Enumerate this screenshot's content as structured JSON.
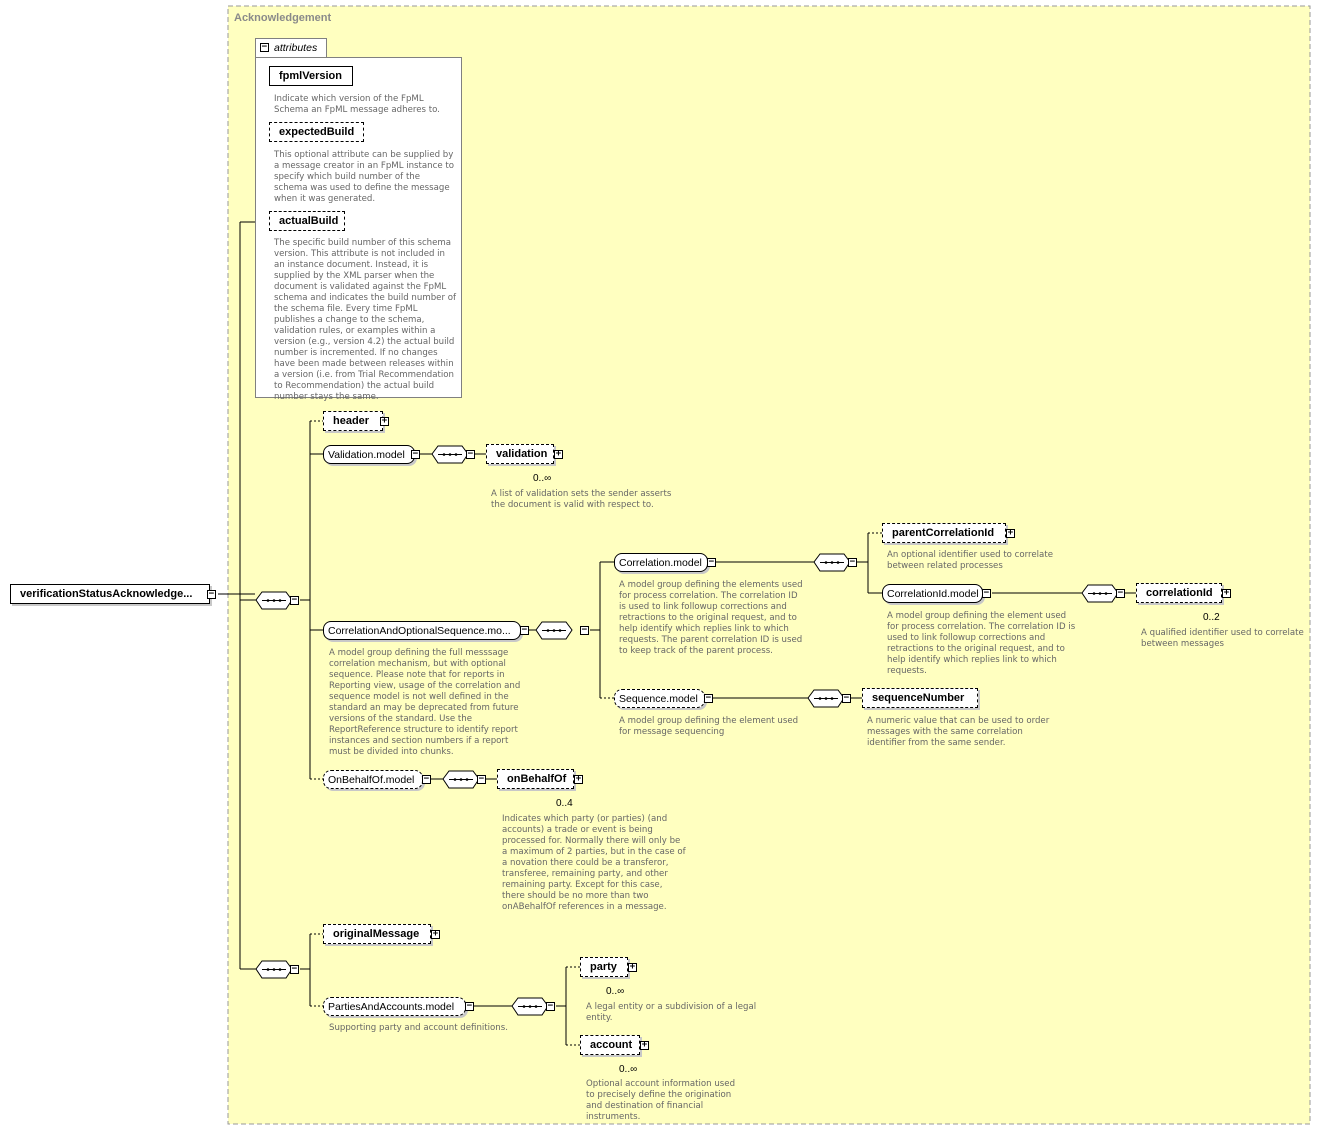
{
  "root": {
    "label": "verificationStatusAcknowledge..."
  },
  "type_box": {
    "title": "Acknowledgement"
  },
  "attributes": {
    "title": "attributes",
    "items": [
      {
        "name": "fpmlVersion",
        "desc": "Indicate which version of the FpML Schema an FpML message adheres to."
      },
      {
        "name": "expectedBuild",
        "desc": "This optional attribute can be supplied by a message creator in an FpML instance to specify which build number of the schema was used to define the message when it was generated."
      },
      {
        "name": "actualBuild",
        "desc": "The specific build number of this schema version. This attribute is not included in an instance document. Instead, it is supplied by the XML parser when the document is validated against the FpML schema and indicates the build number of the schema file. Every time FpML publishes a change to the schema, validation rules, or examples within a version (e.g., version 4.2) the actual build number is incremented. If no changes have been made between releases within a version (i.e. from Trial Recommendation to Recommendation) the actual build number stays the same."
      }
    ]
  },
  "nodes": {
    "header": {
      "label": "header"
    },
    "validation_model": {
      "label": "Validation.model"
    },
    "validation": {
      "label": "validation",
      "card": "0..∞",
      "desc": "A list of validation sets the sender asserts the document is valid with respect to."
    },
    "corr_opt_seq": {
      "label": "CorrelationAndOptionalSequence.mo...",
      "desc": "A model group defining the full messsage correlation mechanism, but with optional sequence. Please note that for reports in Reporting view, usage of the correlation and sequence model is not well defined in the standard an may be deprecated from future versions of the standard. Use the ReportReference structure to identify report instances and section numbers if a report must be divided into chunks."
    },
    "correlation_model": {
      "label": "Correlation.model",
      "desc": "A model group defining the elements used for process correlation. The correlation ID is used to link followup corrections and retractions to the original request, and to help identify which replies link to which requests. The parent correlation ID is used to keep track of the parent process."
    },
    "parent_correlation_id": {
      "label": "parentCorrelationId",
      "desc": "An optional identifier used to correlate between related processes"
    },
    "correlation_id_model": {
      "label": "CorrelationId.model",
      "desc": "A model group defining the element used for process correlation. The correlation ID is used to link followup corrections and retractions to the original request, and to help identify which replies link to which requests."
    },
    "correlation_id": {
      "label": "correlationId",
      "card": "0..2",
      "desc": "A qualified identifier used to correlate between messages"
    },
    "sequence_model": {
      "label": "Sequence.model",
      "desc": "A model group defining the element used for message sequencing"
    },
    "sequence_number": {
      "label": "sequenceNumber",
      "desc": "A numeric value that can be used to order messages with the same correlation identifier from the same sender."
    },
    "on_behalf_of_model": {
      "label": "OnBehalfOf.model"
    },
    "on_behalf_of": {
      "label": "onBehalfOf",
      "card": "0..4",
      "desc": "Indicates which party (or parties) (and accounts) a trade or event is being processed for. Normally there will only be a maximum of 2 parties, but in the case of a novation there could be a transferor, transferee, remaining party, and other remaining party. Except for this case, there should be no more than two onABehalfOf references in a message."
    },
    "original_message": {
      "label": "originalMessage"
    },
    "parties_accounts_model": {
      "label": "PartiesAndAccounts.model",
      "desc": "Supporting party and account definitions."
    },
    "party": {
      "label": "party",
      "card": "0..∞",
      "desc": "A legal entity or a subdivision of a legal entity."
    },
    "account": {
      "label": "account",
      "card": "0..∞",
      "desc": "Optional account information used to precisely define the origination and destination of financial instruments."
    }
  },
  "colors": {
    "type_box_bg": "#ffffc0",
    "type_box_border": "#999999",
    "desc_text": "#666666",
    "title_text": "#8a8a8a"
  }
}
